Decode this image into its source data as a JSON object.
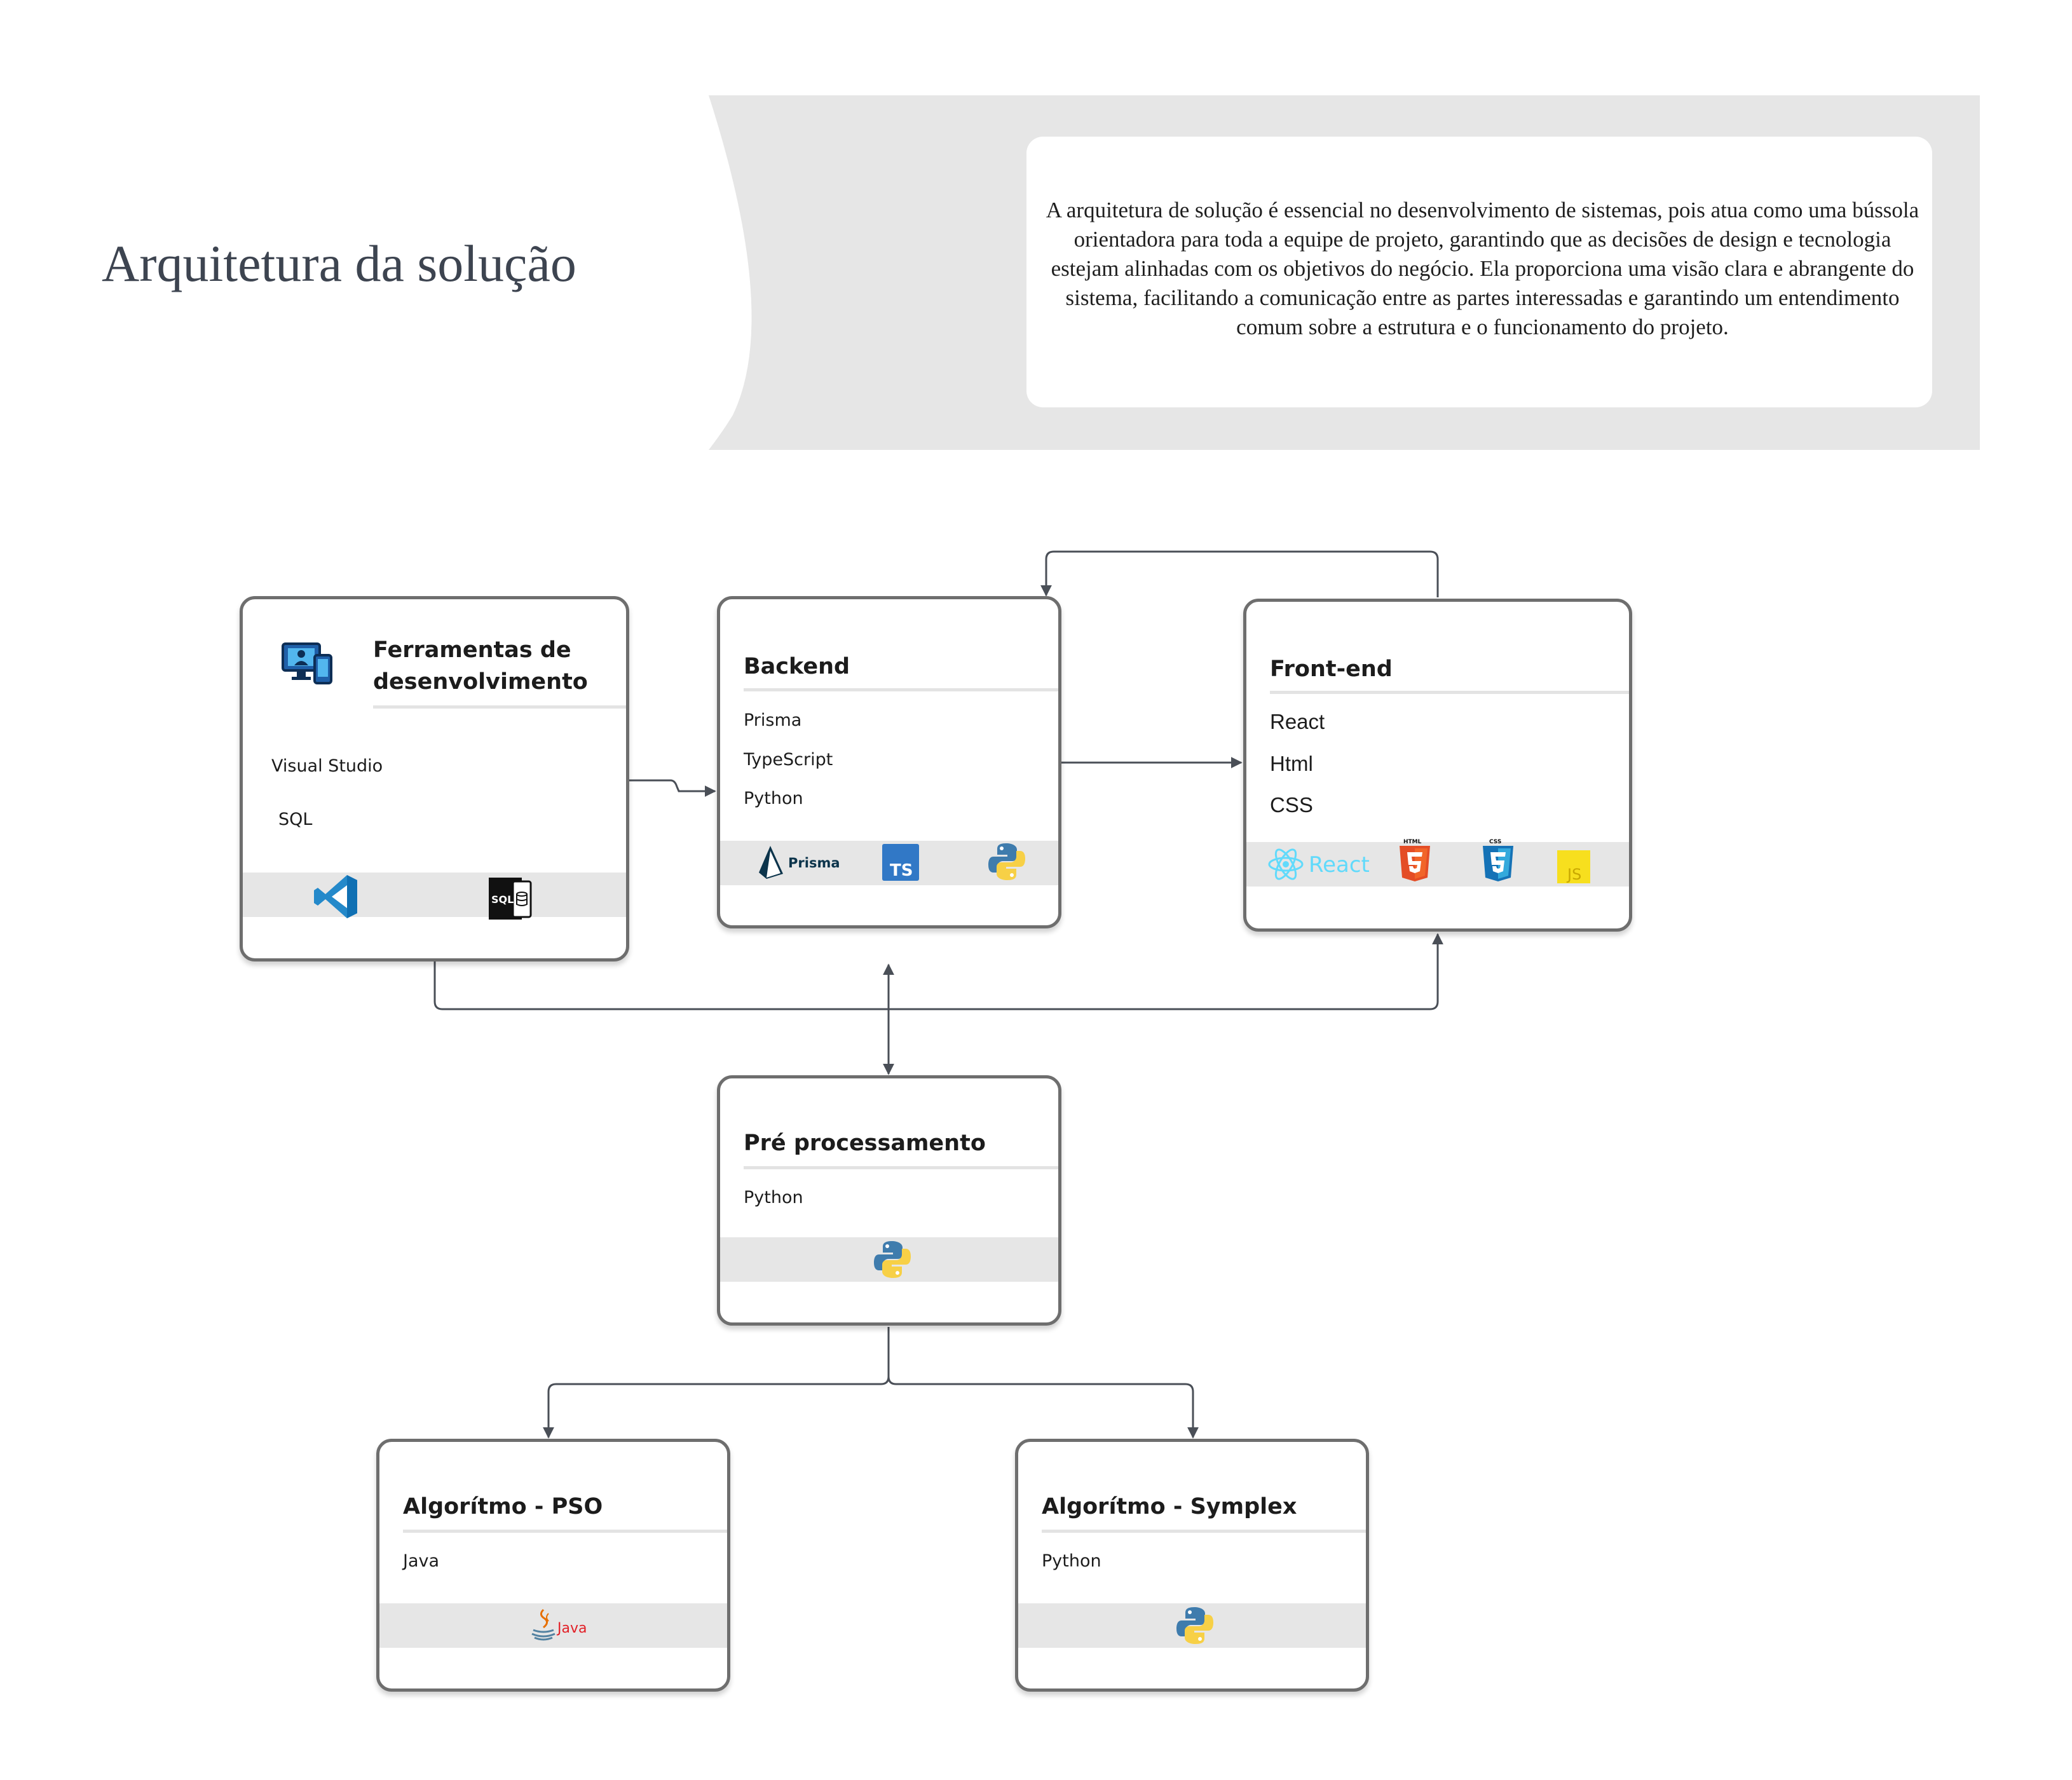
{
  "header": {
    "title": "Arquitetura da solução",
    "description": "A arquitetura de solução é essencial no desenvolvimento de sistemas, pois atua como uma bússola orientadora para toda a equipe de projeto, garantindo que as decisões de design e tecnologia estejam alinhadas com os objetivos do negócio. Ela proporciona uma visão clara e abrangente do sistema, facilitando a comunicação entre as partes interessadas e garantindo um entendimento comum sobre a estrutura e o funcionamento do projeto."
  },
  "nodes": {
    "tools": {
      "title_line1": "Ferramentas de",
      "title_line2": "desenvolvimento",
      "items": [
        "Visual Studio",
        "SQL"
      ],
      "icons": [
        "dev-tools-icon",
        "vscode-icon",
        "sql-icon"
      ]
    },
    "backend": {
      "title": "Backend",
      "items": [
        "Prisma",
        "TypeScript",
        "Python"
      ],
      "icons": [
        "prisma-icon",
        "typescript-icon",
        "python-icon"
      ],
      "prisma_logo_text": "Prisma",
      "ts_logo_text": "TS"
    },
    "frontend": {
      "title": "Front-end",
      "items": [
        "React",
        "Html",
        "CSS"
      ],
      "icons": [
        "react-icon",
        "html5-icon",
        "css3-icon",
        "javascript-icon"
      ],
      "react_logo_text": "React",
      "html_logo_text": "HTML",
      "css_logo_text": "CSS",
      "js_logo_text": "JS"
    },
    "preprocessing": {
      "title": "Pré processamento",
      "items": [
        "Python"
      ],
      "icons": [
        "python-icon"
      ]
    },
    "pso": {
      "title": "Algorítmo - PSO",
      "items": [
        "Java"
      ],
      "icons": [
        "java-icon"
      ],
      "java_logo_text": "Java"
    },
    "simplex": {
      "title": "Algorítmo - Symplex",
      "items": [
        "Python"
      ],
      "icons": [
        "python-icon"
      ]
    }
  },
  "edges": [
    {
      "from": "tools",
      "to": "backend"
    },
    {
      "from": "backend",
      "to": "frontend"
    },
    {
      "from": "frontend",
      "to": "backend"
    },
    {
      "from": "tools",
      "to": "frontend"
    },
    {
      "from": "backend",
      "to": "preprocessing",
      "bidirectional": true
    },
    {
      "from": "preprocessing",
      "to": "pso"
    },
    {
      "from": "preprocessing",
      "to": "simplex"
    }
  ],
  "colors": {
    "header_band": "#e6e6e6",
    "card_border": "#6e6e6e",
    "connector": "#4a4f57",
    "icon_strip": "#e6e6e6"
  }
}
